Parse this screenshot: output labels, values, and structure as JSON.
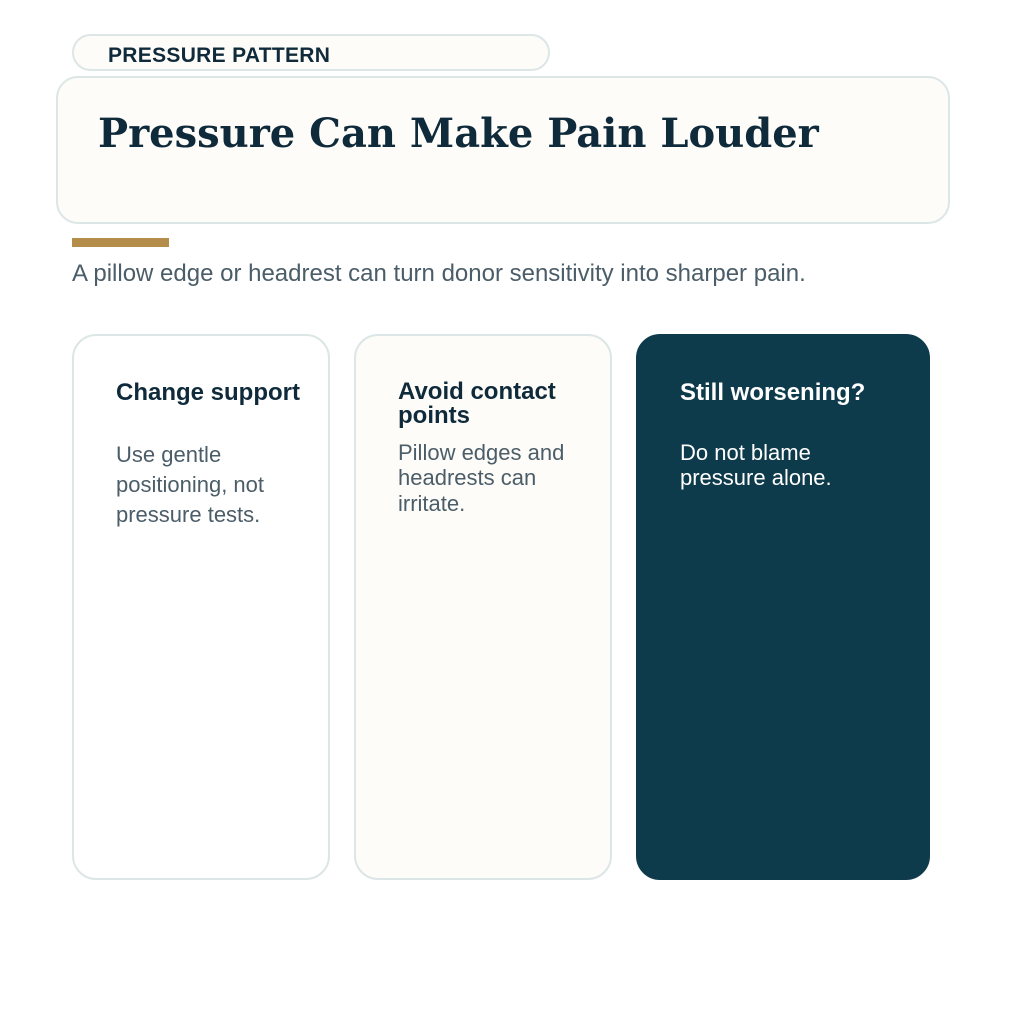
{
  "eyebrow": {
    "label": "PRESSURE PATTERN"
  },
  "header": {
    "title": "Pressure Can Make Pain Louder",
    "subtitle": "A pillow edge or headrest can turn donor sensitivity into sharper pain."
  },
  "colors": {
    "accent": "#b58d4a",
    "ink": "#0f2a3a",
    "dark_card": "#0e3b4b",
    "muted_text": "#4b5d68",
    "card_border": "#dde6e6",
    "cream": "#fdfcf8"
  },
  "cards": [
    {
      "heading": "Change support",
      "body": "Use gentle positioning, not pressure tests."
    },
    {
      "heading": "Avoid contact points",
      "body": "Pillow edges and headrests can irritate."
    },
    {
      "heading": "Still worsening?",
      "body": "Do not blame pressure alone."
    }
  ]
}
